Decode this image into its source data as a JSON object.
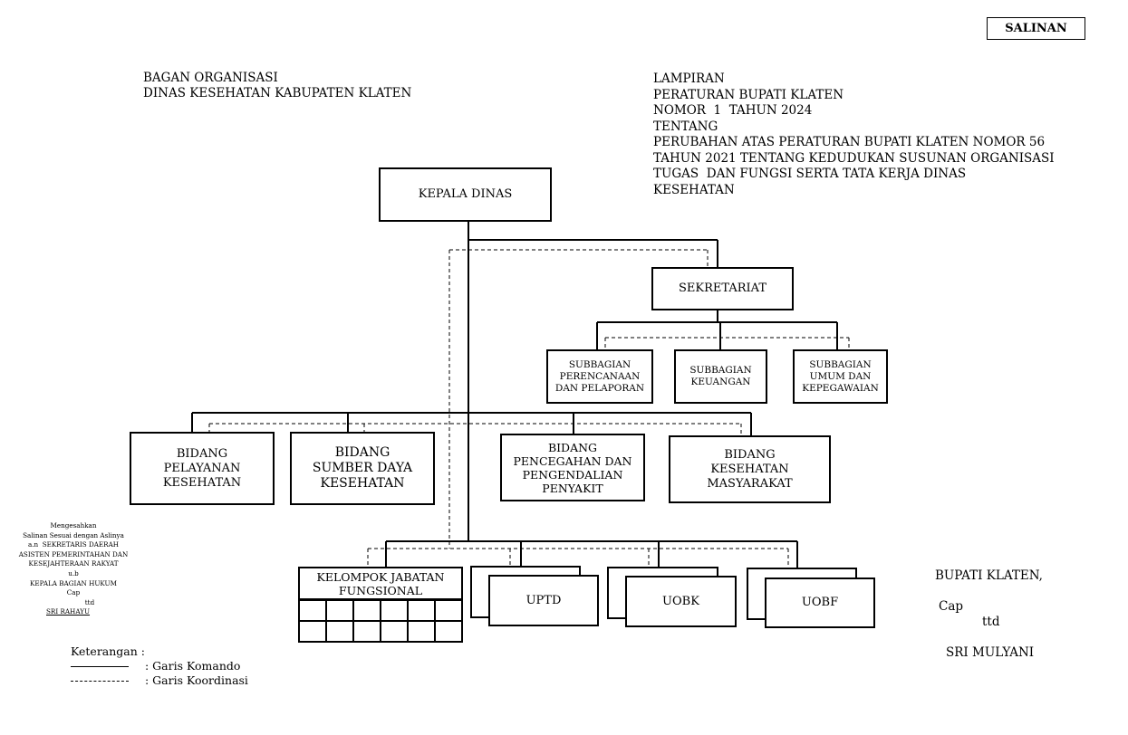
{
  "stamp_badge": "SALINAN",
  "title": {
    "line1": "BAGAN ORGANISASI",
    "line2": "DINAS KESEHATAN KABUPATEN KLATEN"
  },
  "lampiran": {
    "lines": [
      "LAMPIRAN",
      "PERATURAN BUPATI KLATEN",
      "NOMOR  1  TAHUN 2024",
      "TENTANG",
      "PERUBAHAN ATAS PERATURAN BUPATI KLATEN NOMOR 56",
      "TAHUN 2021 TENTANG KEDUDUKAN SUSUNAN ORGANISASI",
      "TUGAS  DAN FUNGSI SERTA TATA KERJA DINAS",
      "KESEHATAN"
    ]
  },
  "org": {
    "kepala": "KEPALA DINAS",
    "sekretariat": "SEKRETARIAT",
    "subbagian": [
      "SUBBAGIAN PERENCANAAN DAN PELAPORAN",
      "SUBBAGIAN KEUANGAN",
      "SUBBAGIAN UMUM DAN KEPEGAWAIAN"
    ],
    "bidang": [
      "BIDANG PELAYANAN KESEHATAN",
      "BIDANG SUMBER DAYA KESEHATAN",
      "BIDANG PENCEGAHAN DAN PENGENDALIAN PENYAKIT",
      "BIDANG KESEHATAN MASYARAKAT"
    ],
    "kelompok": "KELOMPOK JABATAN FUNGSIONAL",
    "units": [
      "UPTD",
      "UOBK",
      "UOBF"
    ]
  },
  "stamp_text": {
    "lines": [
      "Mengesahkan",
      "Salinan Sesuai dengan Aslinya",
      "a.n  SEKRETARIS DAERAH",
      "ASISTEN PEMERINTAHAN DAN",
      "KESEJAHTERAAN RAKYAT",
      "u.b",
      "KEPALA BAGIAN HUKUM",
      "Cap",
      "ttd",
      "SRI RAHAYU"
    ]
  },
  "legend": {
    "title": "Keterangan :",
    "komando": ": Garis Komando",
    "koordinasi": ": Garis Koordinasi"
  },
  "signature": {
    "title": "BUPATI KLATEN,",
    "cap": "Cap",
    "ttd": "ttd",
    "name": "SRI MULYANI"
  }
}
